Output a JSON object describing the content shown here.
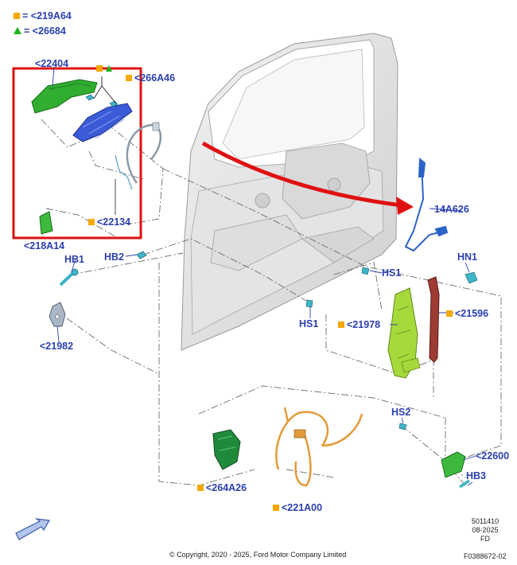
{
  "legend": [
    {
      "marker": "orange-square",
      "text": "= <219A64"
    },
    {
      "marker": "green-triangle",
      "text": "= <26684"
    }
  ],
  "callouts": {
    "c22404": "<22404",
    "c266A46": "<266A46",
    "c22134": "<22134",
    "c218A14": "<218A14",
    "hb1": "HB1",
    "hb2": "HB2",
    "c21982": "<21982",
    "c14A626": "14A626",
    "hs1_upper": "HS1",
    "hs1_lower": "HS1",
    "hn1": "HN1",
    "c21978": "<21978",
    "c21596": "<21596",
    "hs2": "HS2",
    "c22600": "<22600",
    "hb3": "HB3",
    "c264A26": "<264A26",
    "c221A00": "<221A00"
  },
  "reference_block": [
    "5011410",
    "08-2025",
    "FD",
    "F0388672-02"
  ],
  "copyright": "© Copyright, 2020 - 2025, Ford Motor Company Limited",
  "colors": {
    "callout_text": "#2a3fb0",
    "orange_marker": "#f5a800",
    "green_marker": "#19b319",
    "highlight_box": "#e01010",
    "red_arrow": "#e01010"
  }
}
